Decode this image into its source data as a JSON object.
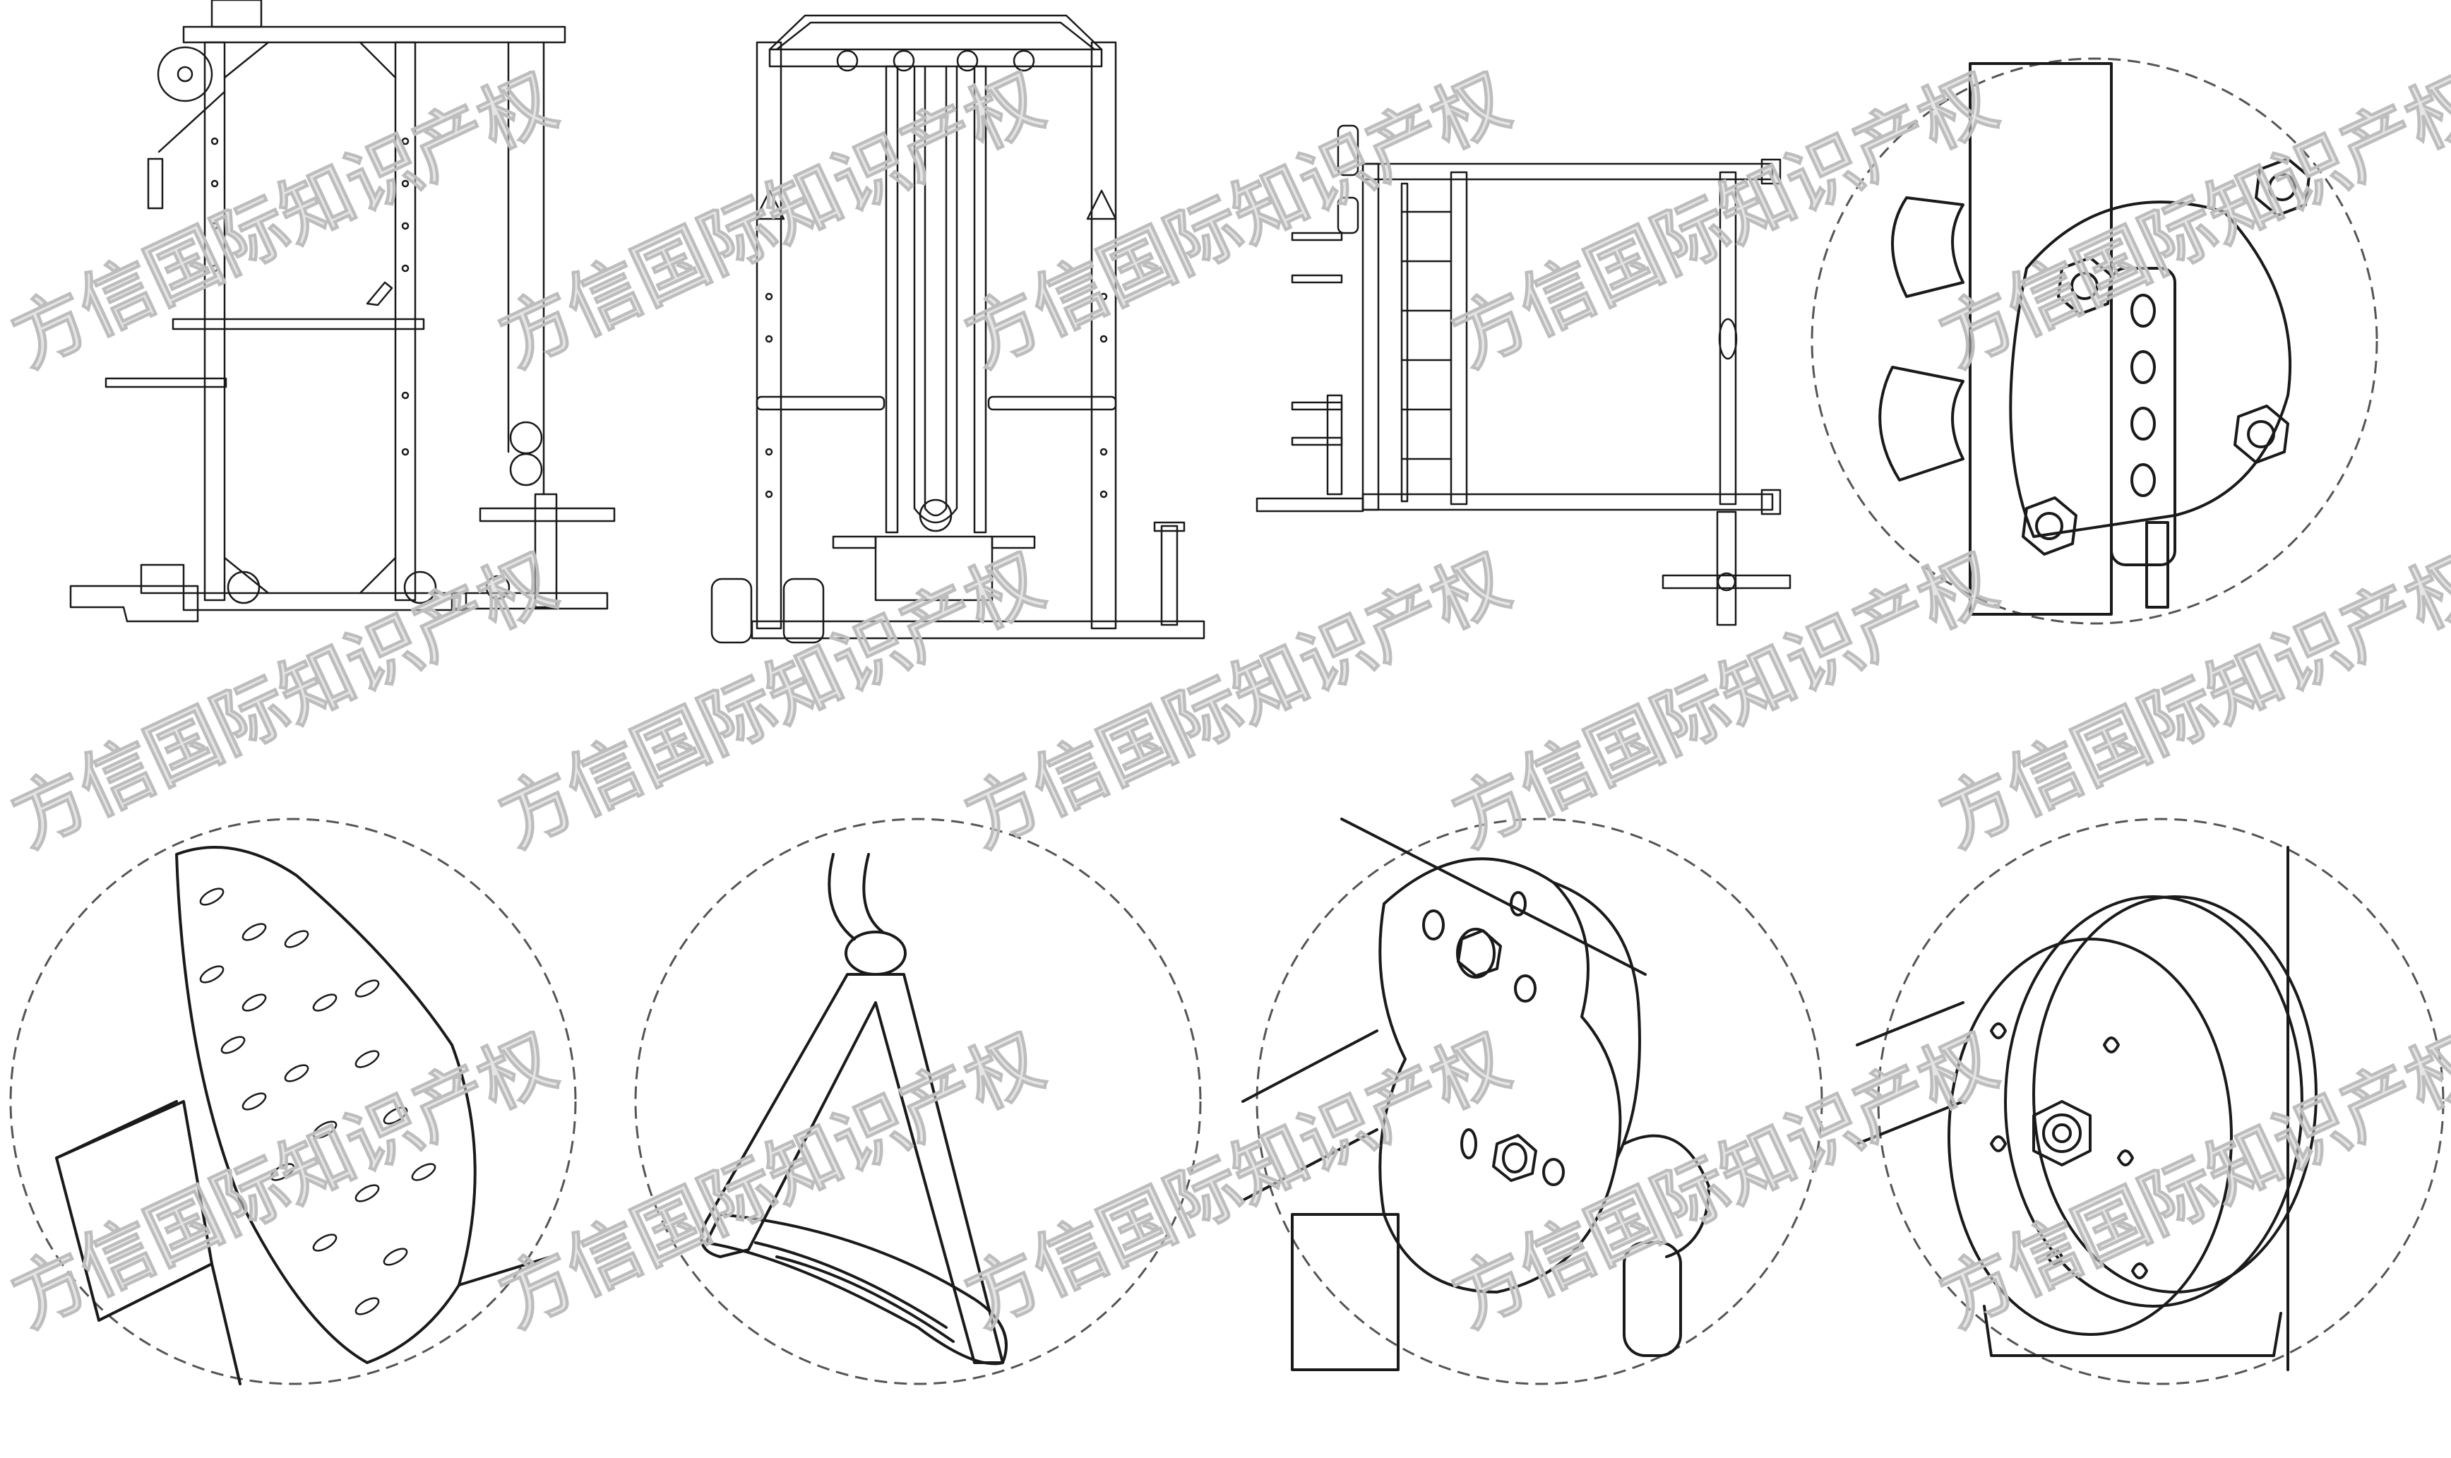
{
  "drawing": {
    "views": [
      {
        "id": "side-view"
      },
      {
        "id": "front-view"
      },
      {
        "id": "top-view"
      },
      {
        "id": "detail-bolted-pulley-bracket"
      },
      {
        "id": "detail-textured-foot-plate"
      },
      {
        "id": "detail-triangle-handle"
      },
      {
        "id": "detail-double-pulley-plate"
      },
      {
        "id": "detail-pulley-wheel"
      }
    ]
  },
  "watermark": {
    "text": "方信国际知识产权",
    "color": "#cccccc"
  },
  "colors": {
    "line": "#1a1a1a",
    "background": "#ffffff"
  }
}
